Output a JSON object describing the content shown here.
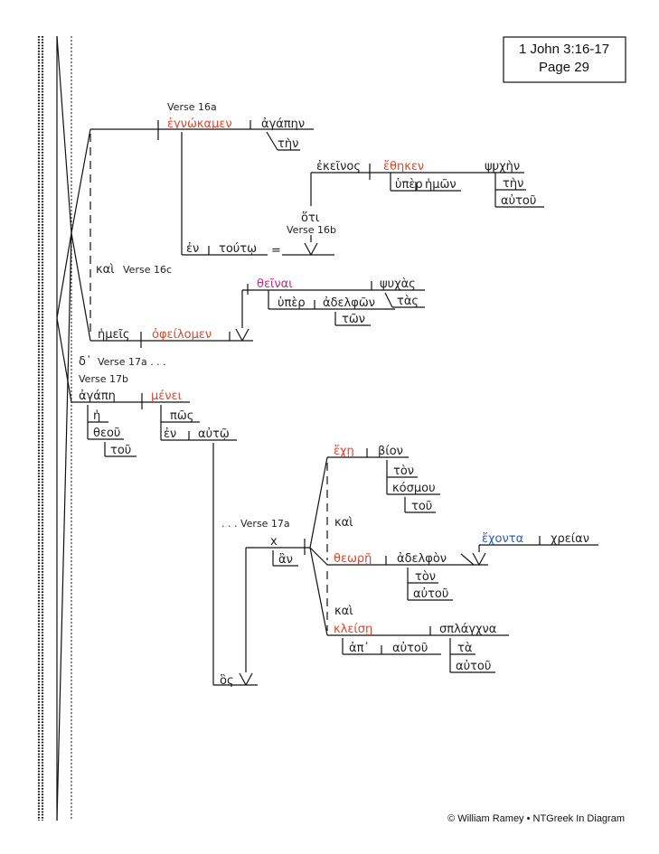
{
  "title": {
    "reference": "1 John 3:16-17",
    "page": "Page 29"
  },
  "footer": "© William Ramey • NTGreek In Diagram",
  "colors": {
    "verb": "#d9472b",
    "infinitive": "#c0278a",
    "participle": "#2a5fb0",
    "text": "#222222"
  },
  "labels": {
    "v16a": "Verse 16a",
    "v16b": "Verse 16b",
    "v16c": "Verse 16c",
    "v17a_cont": "Verse 17a . . .",
    "v17b": "Verse 17b",
    "v17a_lead": ". . . Verse 17a"
  },
  "words": {
    "egnokamen": "ἐγνώκαμεν",
    "agapen": "ἀγάπην",
    "ten": "τὴν",
    "ekeinos": "ἐκεῖνος",
    "etheken": "ἔθηκεν",
    "psychen": "ψυχὴν",
    "hyper_a": "ὑπὲρ",
    "hemon": "ἡμῶν",
    "ten2": "τὴν",
    "autou_a": "αὐτοῦ",
    "hoti": "ὅτι",
    "en_a": "ἐν",
    "touto": "τούτῳ",
    "eq": "=",
    "kai_a": "καὶ",
    "theinai": "θεῖναι",
    "psychas": "ψυχὰς",
    "tas": "τὰς",
    "hyper_b": "ὑπὲρ",
    "adelphon_a": "ἀδελφῶν",
    "ton_a": "τῶν",
    "hemeis": "ἡμεῖς",
    "opheilomen": "ὀφείλομεν",
    "d": "δ᾽",
    "agape": "ἀγάπη",
    "menei": "μένει",
    "he": "ἡ",
    "pos": "πῶς",
    "theou": "θεοῦ",
    "en_b": "ἐν",
    "auto": "αὐτῷ",
    "tou": "τοῦ",
    "eche": "ἔχῃ",
    "bion": "βίον",
    "ton_b": "τὸν",
    "kosmou": "κόσμου",
    "tou2": "τοῦ",
    "kai_b": "καὶ",
    "x": "x",
    "an": "ἂν",
    "theore": "θεωρῇ",
    "adelphon_b": "ἀδελφὸν",
    "echonta": "ἔχοντα",
    "chreian": "χρείαν",
    "ton_c": "τὸν",
    "autou_b": "αὐτοῦ",
    "kai_c": "καὶ",
    "kleise": "κλείσῃ",
    "splanchna": "σπλάγχνα",
    "ap": "ἀπ᾽",
    "autou_c": "αὐτοῦ",
    "ta": "τὰ",
    "autou_d": "αὐτοῦ",
    "hos": "ὃς"
  }
}
